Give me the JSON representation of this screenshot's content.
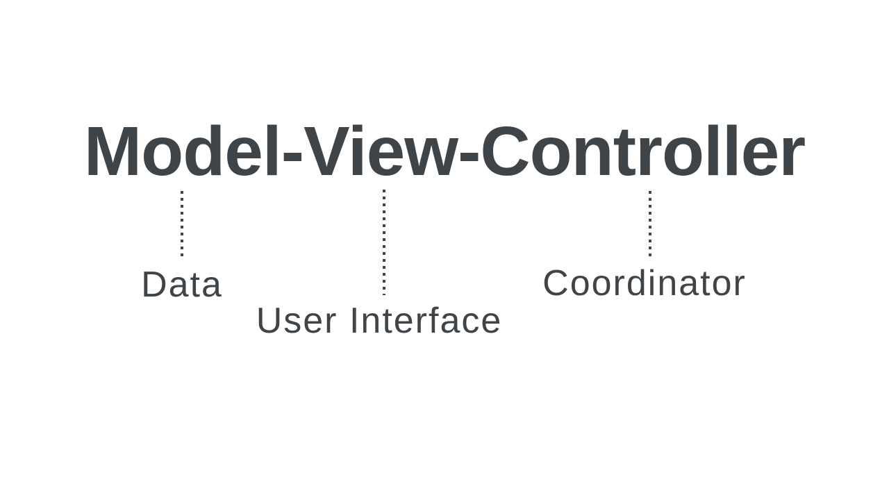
{
  "title": "Model-View-Controller",
  "labels": {
    "model": "Data",
    "view": "User Interface",
    "controller": "Coordinator"
  },
  "colors": {
    "text": "#3F4449",
    "background": "#FFFFFF"
  }
}
